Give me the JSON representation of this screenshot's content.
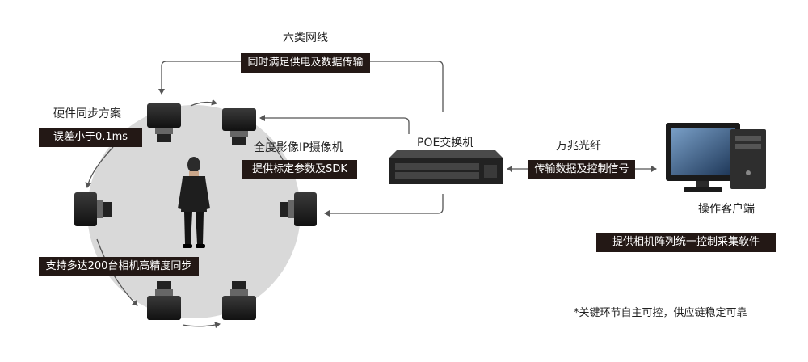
{
  "labels": {
    "cable_title": "六类网线",
    "cable_desc": "同时满足供电及数据传输",
    "sync_title": "硬件同步方案",
    "sync_desc": "误差小于0.1ms",
    "camera_title": "全度影像IP摄像机",
    "camera_desc": "提供标定参数及SDK",
    "switch_title": "POE交换机",
    "fiber_title": "万兆光纤",
    "fiber_desc": "传输数据及控制信号",
    "client_title": "操作客户端",
    "client_desc": "提供相机阵列统一控制采集软件",
    "capacity_desc": "支持多达200台相机高精度同步",
    "footnote": "*关键环节自主可控，供应链稳定可靠"
  },
  "colors": {
    "tag_bg": "#231815",
    "circle_fill": "#d9d9d9",
    "arrow": "#555555"
  }
}
